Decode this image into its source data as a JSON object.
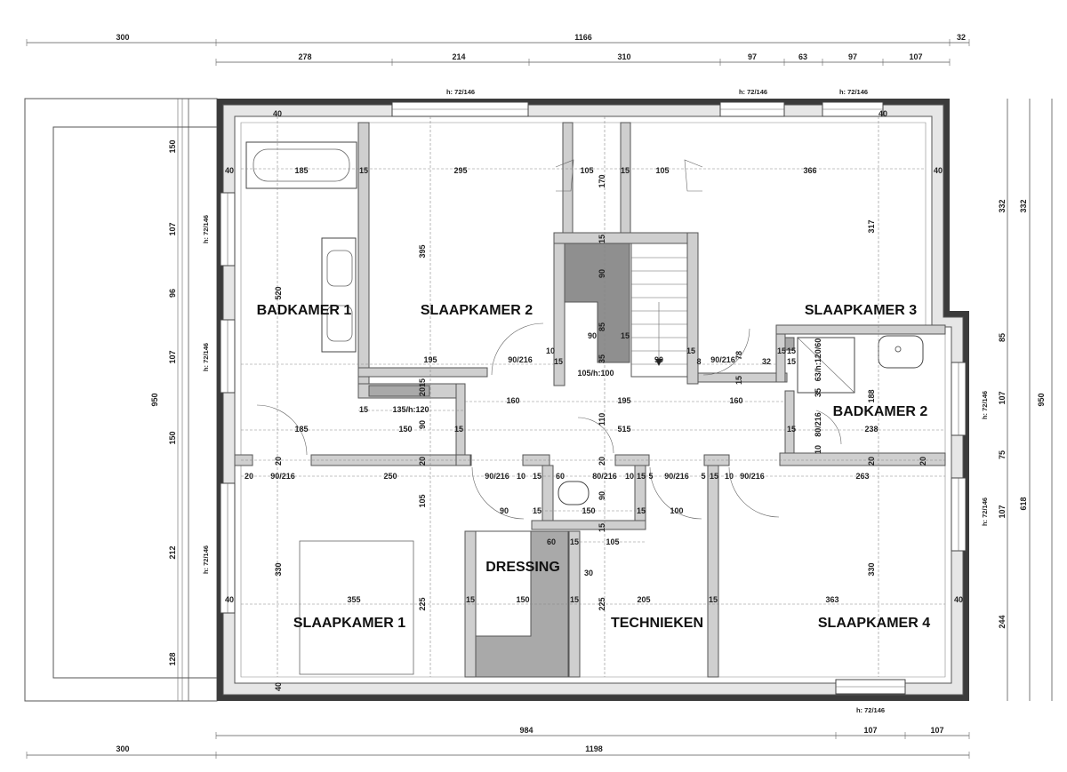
{
  "rooms": {
    "badkamer1": "BADKAMER 1",
    "slaapkamer2": "SLAAPKAMER 2",
    "slaapkamer3": "SLAAPKAMER 3",
    "badkamer2": "BADKAMER 2",
    "slaapkamer1": "SLAAPKAMER 1",
    "dressing": "DRESSING",
    "technieken": "TECHNIEKEN",
    "slaapkamer4": "SLAAPKAMER 4"
  },
  "dims_top_row1": {
    "left": "300",
    "main": "1166",
    "right": "32"
  },
  "dims_top_row2": [
    "278",
    "214",
    "310",
    "97",
    "63",
    "97",
    "107"
  ],
  "dims_bottom_row1": [
    "984",
    "107",
    "107"
  ],
  "dims_bottom_row2": {
    "left": "300",
    "main": "1198"
  },
  "dims_left": [
    "150",
    "107",
    "96",
    "107",
    "150",
    "212",
    "128"
  ],
  "dims_left_total": "950",
  "dims_right_a": [
    "332",
    "85",
    "107",
    "75",
    "107",
    "244"
  ],
  "dims_right_b": [
    "332",
    "618"
  ],
  "dims_right_total": "950",
  "window_labels": {
    "top1": "h: 72/146",
    "top2": "h: 72/146",
    "top3": "h: 72/146",
    "left1": "h: 72/146",
    "left2": "h: 72/146",
    "left3": "h: 72/146",
    "right1": "h: 72/146",
    "right2": "h: 72/146",
    "bottom": "h: 72/146"
  },
  "interior_dims": {
    "d40a": "40",
    "d185a": "185",
    "d15a": "15",
    "d295": "295",
    "d105a": "105",
    "d15b": "15",
    "d105b": "105",
    "d366": "366",
    "d40b": "40",
    "d40c": "40",
    "d170": "170",
    "d395": "395",
    "d520": "520",
    "d317": "317",
    "d15c": "15",
    "d90a": "90",
    "d85": "85",
    "d90b": "90",
    "d15d": "15",
    "d35": "35",
    "d10a": "10",
    "d15e": "15",
    "d15f": "15",
    "d8": "8",
    "d78": "78",
    "d32": "32",
    "d15g": "15",
    "d15h": "15",
    "d15i": "15",
    "d195a": "195",
    "d90_216a": "90/216",
    "d105_100": "105/h:100",
    "d90c": "90",
    "d90_216b": "90/216",
    "d63_120": "63/h:120/60",
    "d35b": "35",
    "d188": "188",
    "d15j": "15",
    "d2015": "2015",
    "d15k": "15",
    "d135_120": "135/h:120",
    "d160a": "160",
    "d195b": "195",
    "d160b": "160",
    "d80_216": "80/216",
    "d90d": "90",
    "d110": "110",
    "d185b": "185",
    "d150a": "150",
    "d515": "515",
    "d15l": "15",
    "d15m": "15",
    "d238": "238",
    "d10b": "10",
    "d20a": "20",
    "d20b": "20",
    "d20c": "20",
    "d20d": "20",
    "d20e": "20",
    "d20f": "20",
    "d90_216c": "90/216",
    "d250": "250",
    "d90_216d": "90/216",
    "d10c": "10",
    "d15n": "15",
    "d60a": "60",
    "d80_216b": "80/216",
    "d10d": "10",
    "d15o": "15",
    "d5a": "5",
    "d90_216e": "90/216",
    "d5b": "5",
    "d15p": "15",
    "d10e": "10",
    "d90_216f": "90/216",
    "d263": "263",
    "d105c": "105",
    "d90e": "90",
    "d15q": "15",
    "d150b": "150",
    "d15r": "15",
    "d100": "100",
    "d90f": "90",
    "d60b": "60",
    "d15s": "15",
    "d105d": "105",
    "d15t": "15",
    "d330a": "330",
    "d30": "30",
    "d330b": "330",
    "d40d": "40",
    "d355": "355",
    "d225a": "225",
    "d15u": "15",
    "d150c": "150",
    "d15v": "15",
    "d225b": "225",
    "d205": "205",
    "d15w": "15",
    "d363": "363",
    "d40e": "40",
    "d40f": "40"
  }
}
